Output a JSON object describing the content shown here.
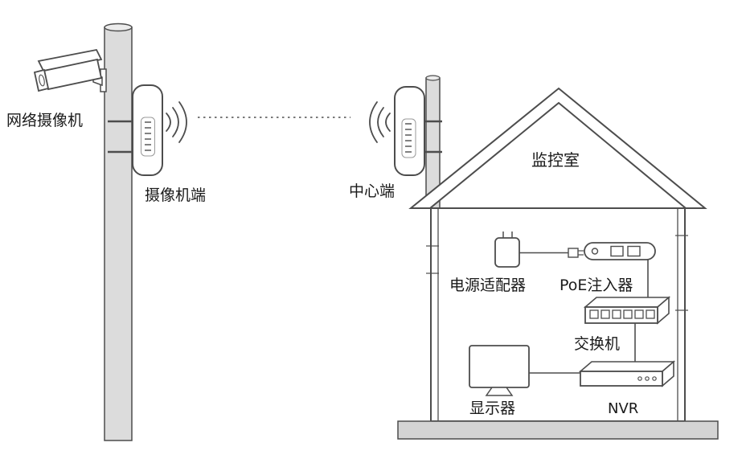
{
  "diagram": {
    "type": "wireless-surveillance-topology",
    "labels": {
      "network_camera": "网络摄像机",
      "camera_end": "摄像机端",
      "center_end": "中心端",
      "monitor_room": "监控室",
      "power_adapter": "电源适配器",
      "poe_injector": "PoE注入器",
      "switch": "交换机",
      "display": "显示器",
      "nvr": "NVR"
    },
    "colors": {
      "line": "#4d4d4d",
      "pole_fill": "#dcdcdc",
      "base_fill": "#d4d4d4",
      "device_fill": "#ffffff",
      "text": "#1a1a1a",
      "background": "#ffffff"
    }
  }
}
